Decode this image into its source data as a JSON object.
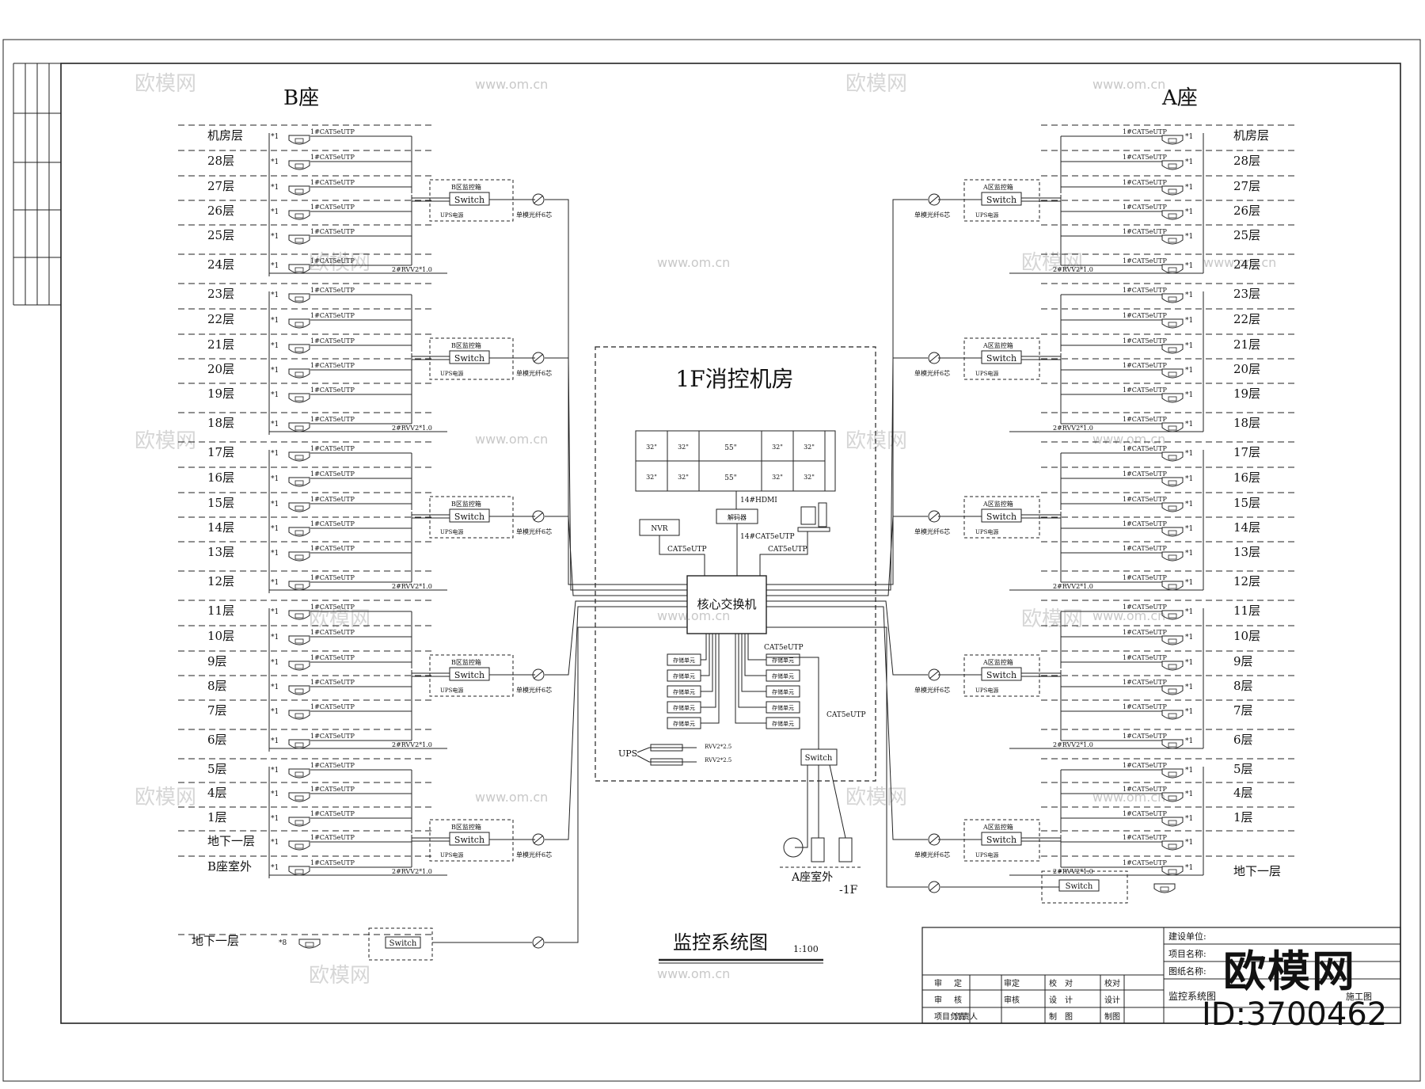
{
  "headings": {
    "b_tower": "B座",
    "a_tower": "A座",
    "control_room": "1F消控机房",
    "core_switch": "核心交换机",
    "diagram_title": "监控系统图",
    "scale": "1:100"
  },
  "floors": {
    "b_groups": [
      [
        "机房层",
        "28层",
        "27层",
        "26层",
        "25层",
        "24层"
      ],
      [
        "23层",
        "22层",
        "21层",
        "20层",
        "19层",
        "18层"
      ],
      [
        "17层",
        "16层",
        "15层",
        "14层",
        "13层",
        "12层"
      ],
      [
        "11层",
        "10层",
        "9层",
        "8层",
        "7层",
        "6层"
      ],
      [
        "5层",
        "4层",
        "1层",
        "地下一层",
        "B座室外"
      ]
    ],
    "b_extra": "地下一层",
    "a_groups": [
      [
        "机房层",
        "28层",
        "27层",
        "26层",
        "25层",
        "24层"
      ],
      [
        "23层",
        "22层",
        "21层",
        "20层",
        "19层",
        "18层"
      ],
      [
        "17层",
        "16层",
        "15层",
        "14层",
        "13层",
        "12层"
      ],
      [
        "11层",
        "10层",
        "9层",
        "8层",
        "7层",
        "6层"
      ],
      [
        "5层",
        "4层",
        "1层"
      ]
    ],
    "a_extra": "地下一层"
  },
  "labels": {
    "switch": "Switch",
    "cable": "1#CAT5eUTP",
    "cable_link": "CAT5eUTP",
    "ups": "UPS",
    "nvr_label": "NVR",
    "a_outdoor": "A座室外",
    "minus1f": "-1F",
    "hdmi": "14#HDMI",
    "cat_link": "14#CAT5eUTP",
    "cam_mark": "*1"
  },
  "video_wall": {
    "small": "32\"",
    "big": "55\""
  },
  "title_block": {
    "rows": [
      [
        "审",
        "定",
        "审定",
        "校",
        "对",
        "校对"
      ],
      [
        "审",
        "核",
        "审核",
        "设",
        "计",
        "设计"
      ],
      [
        "项目负责",
        "负责人",
        "",
        "制",
        "图",
        "制图"
      ]
    ],
    "right": [
      "建设单位:",
      "项目名称:",
      "图纸名称:"
    ],
    "drawing_name": "监控系统图",
    "stage": "施工图"
  },
  "watermark": {
    "logo": "欧模网",
    "site": "www.om.cn",
    "id": "ID:3700462"
  }
}
